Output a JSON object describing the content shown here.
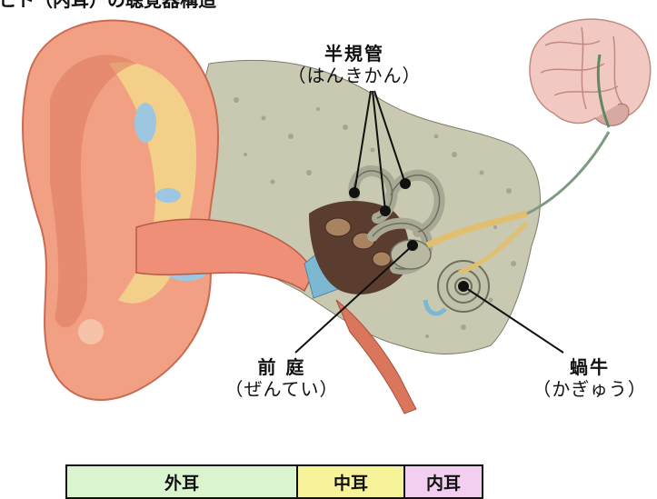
{
  "title": "ヒト（内耳）の聴覚器構造",
  "labels": {
    "semicircular": {
      "name": "半規管",
      "reading": "（はんきかん）"
    },
    "vestibule": {
      "name": "前 庭",
      "reading": "（ぜんてい）"
    },
    "cochlea": {
      "name": "蝸牛",
      "reading": "（かぎゅう）"
    }
  },
  "sections": [
    {
      "label": "外耳",
      "color": "#d9f4cf"
    },
    {
      "label": "中耳",
      "color": "#f6f39a"
    },
    {
      "label": "内耳",
      "color": "#f2cff0"
    }
  ],
  "colors": {
    "skin": "#f2a083",
    "skin_dark": "#d9765c",
    "cartilage": "#f4d78c",
    "bone": "#c8c8b0",
    "canal": "#ef8f77",
    "labyrinth": "#6b4a3a",
    "brain": "#f1c9c2"
  }
}
